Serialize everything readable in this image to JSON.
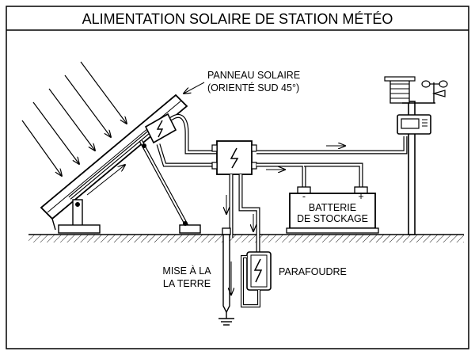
{
  "title": "ALIMENTATION SOLAIRE DE STATION MÉTÉO",
  "labels": {
    "panel_line1": "PANNEAU SOLAIRE",
    "panel_line2": "(ORIENTÉ SUD 45°)",
    "battery_line1": "BATTERIE",
    "battery_line2": "DE STOCKAGE",
    "ground_line1": "MISE À LA",
    "ground_line2": "LA TERRE",
    "surge": "PARAFOUDRE"
  },
  "battery_terminals": [
    "-",
    "+"
  ],
  "icons": {
    "junction_box": "lightning-bolt-icon",
    "panel_box": "lightning-bolt-icon",
    "surge_protector": "lightning-bolt-icon",
    "ground": "ground-symbol-icon"
  }
}
